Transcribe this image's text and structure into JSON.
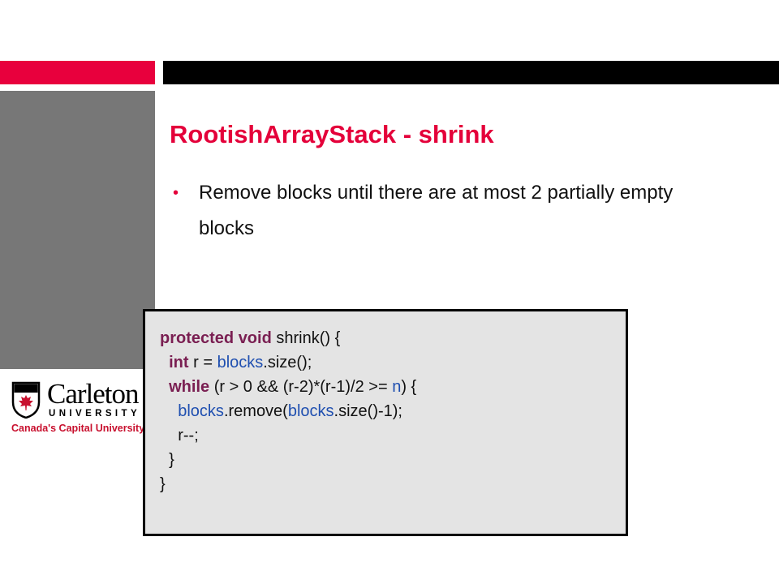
{
  "slide": {
    "title": "RootishArrayStack - shrink",
    "bullet_marker": "•",
    "bullet": "Remove blocks until there are at most 2 partially empty blocks"
  },
  "logo": {
    "name": "Carleton",
    "subtitle": "UNIVERSITY",
    "tagline": "Canada's Capital University"
  },
  "code": {
    "line1": {
      "k1": "protected",
      "k2": "void",
      "rest": " shrink() {"
    },
    "line2": {
      "indent": "  ",
      "k1": "int",
      "a": " r = ",
      "v1": "blocks",
      "b": ".size();"
    },
    "line3": {
      "indent": "  ",
      "k1": "while",
      "a": " (r > 0 && (r-2)*(r-1)/2 >= ",
      "v1": "n",
      "b": ") {"
    },
    "line4": {
      "indent": "    ",
      "v1": "blocks",
      "a": ".remove(",
      "v2": "blocks",
      "b": ".size()-1);"
    },
    "line5": {
      "text": "    r--;"
    },
    "line6": {
      "text": "  }"
    },
    "line7": {
      "text": "}"
    }
  },
  "colors": {
    "accent_red": "#e4003a",
    "keyword": "#7a1f52",
    "variable": "#1f4fb0",
    "code_bg": "#e4e4e4"
  }
}
